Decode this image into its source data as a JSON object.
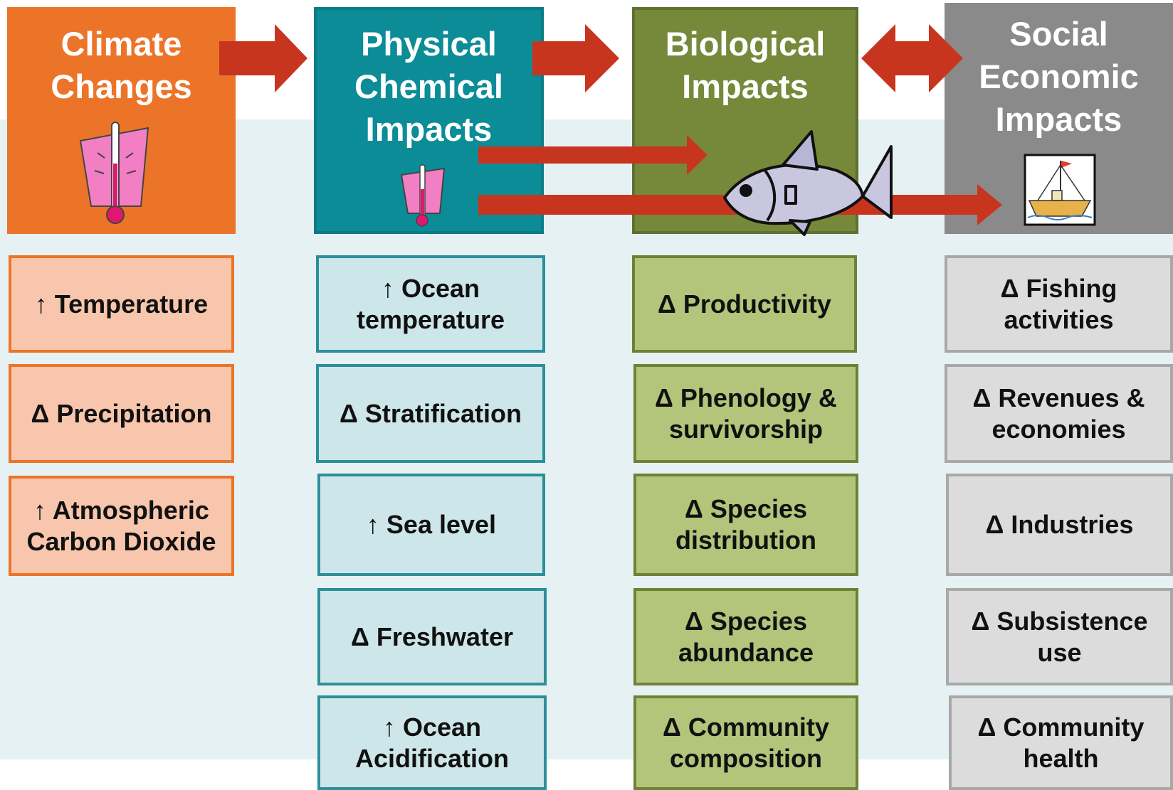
{
  "columns": [
    {
      "key": "climate",
      "header": "Climate\nChanges",
      "icon": "thermometer-icon",
      "color": "#ec7429",
      "items": [
        "↑ Temperature",
        "Δ Precipitation",
        "↑ Atmospheric\nCarbon Dioxide"
      ]
    },
    {
      "key": "physical",
      "header": "Physical\nChemical\nImpacts",
      "icon": "thermometer-icon",
      "color": "#0b8c97",
      "items": [
        "↑ Ocean\ntemperature",
        "Δ Stratification",
        "↑ Sea level",
        "Δ Freshwater",
        "↑ Ocean\nAcidification"
      ]
    },
    {
      "key": "bio",
      "header": "Biological\nImpacts",
      "icon": "fish-icon",
      "color": "#76893a",
      "items": [
        "Δ Productivity",
        "Δ Phenology &\nsurvivorship",
        "Δ Species\ndistribution",
        "Δ Species\nabundance",
        "Δ Community\ncomposition"
      ]
    },
    {
      "key": "social",
      "header": "Social\nEconomic\nImpacts",
      "icon": "boat-icon",
      "color": "#8a8a8a",
      "items": [
        "Δ Fishing\nactivities",
        "Δ Revenues &\neconomies",
        "Δ Industries",
        "Δ Subsistence\nuse",
        "Δ Community\nhealth"
      ]
    }
  ],
  "arrow_color": "#c8351f"
}
